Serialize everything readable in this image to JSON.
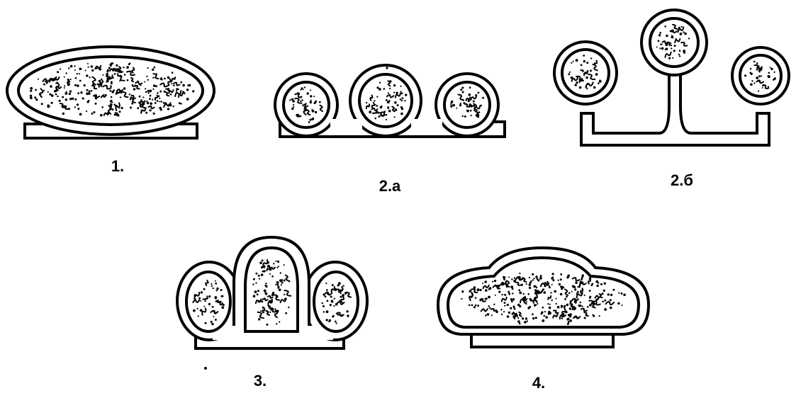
{
  "figures": [
    {
      "id": "1",
      "label": "1."
    },
    {
      "id": "2a",
      "label": "2.a"
    },
    {
      "id": "2b",
      "label": "2.б"
    },
    {
      "id": "3",
      "label": "3."
    },
    {
      "id": "4",
      "label": "4."
    }
  ]
}
